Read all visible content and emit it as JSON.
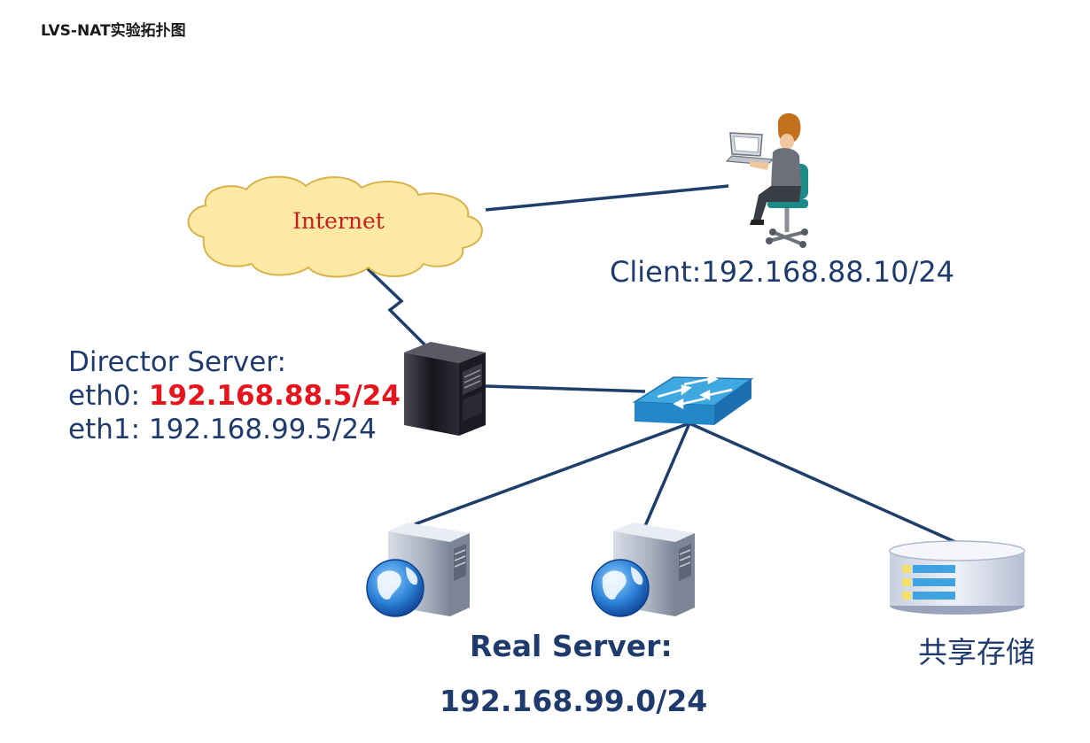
{
  "title": "LVS-NAT实验拓扑图",
  "internet": {
    "label": "Internet"
  },
  "client": {
    "label": "Client:192.168.88.10/24"
  },
  "director": {
    "title": "Director Server:",
    "eth0_prefix": "eth0: ",
    "eth0_ip": "192.168.88.5/24",
    "eth1": "eth1: 192.168.99.5/24"
  },
  "real_server": {
    "title": "Real Server:",
    "subnet": "192.168.99.0/24"
  },
  "storage": {
    "label": "共享存储"
  },
  "colors": {
    "text": "#1f3b6e",
    "link": "#1f3f6b",
    "highlight": "#e8141c",
    "cloud_fill": "#fde9a6",
    "cloud_stroke": "#d9b24a",
    "internet_text": "#c8201e",
    "switch_top": "#3fa8e0",
    "switch_side": "#1c6fb0"
  }
}
